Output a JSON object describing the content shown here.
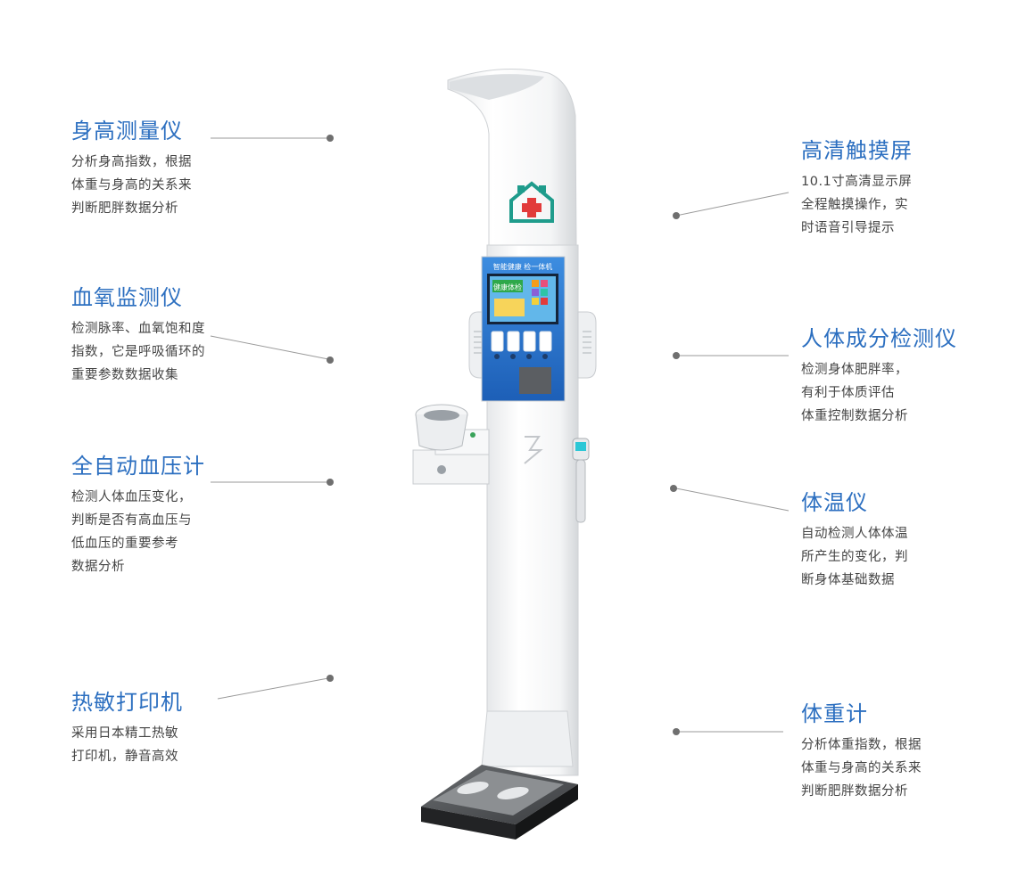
{
  "colors": {
    "title": "#2c6fc0",
    "body": "#444444",
    "line": "#9a9a9a",
    "dot": "#6f6f6f"
  },
  "features": [
    {
      "title": "身高测量仪",
      "desc": "分析身高指数，根据\n体重与身高的关系来\n判断肥胖数据分析"
    },
    {
      "title": "血氧监测仪",
      "desc": "检测脉率、血氧饱和度\n指数，它是呼吸循环的\n重要参数数据收集"
    },
    {
      "title": "全自动血压计",
      "desc": "检测人体血压变化，\n判断是否有高血压与\n低血压的重要参考\n数据分析"
    },
    {
      "title": "热敏打印机",
      "desc": "采用日本精工热敏\n打印机，静音高效"
    },
    {
      "title": "高清触摸屏",
      "desc": "10.1寸高清显示屏\n全程触摸操作，实\n时语音引导提示"
    },
    {
      "title": "人体成分检测仪",
      "desc": "检测身体肥胖率，\n有利于体质评估\n体重控制数据分析"
    },
    {
      "title": "体温仪",
      "desc": "自动检测人体体温\n所产生的变化，判\n断身体基础数据"
    },
    {
      "title": "体重计",
      "desc": "分析体重指数，根据\n体重与身高的关系来\n判断肥胖数据分析"
    }
  ],
  "device": {
    "panel_title": "智能健康 检一体机",
    "screen_text": "健康体检"
  }
}
